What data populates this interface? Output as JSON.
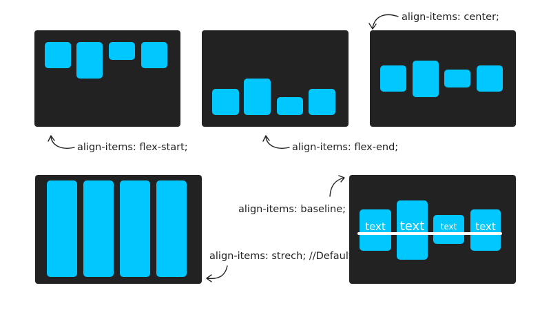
{
  "captions": {
    "center": "align-items: center;",
    "flex_start": "align-items: flex-start;",
    "flex_end": "align-items: flex-end;",
    "baseline": "align-items: baseline;",
    "stretch": "align-items: strech; //Default"
  },
  "baseline_items": [
    "text",
    "text",
    "text",
    "text"
  ],
  "colors": {
    "panel": "#222222",
    "item": "#00c8ff",
    "text": "#222222"
  }
}
